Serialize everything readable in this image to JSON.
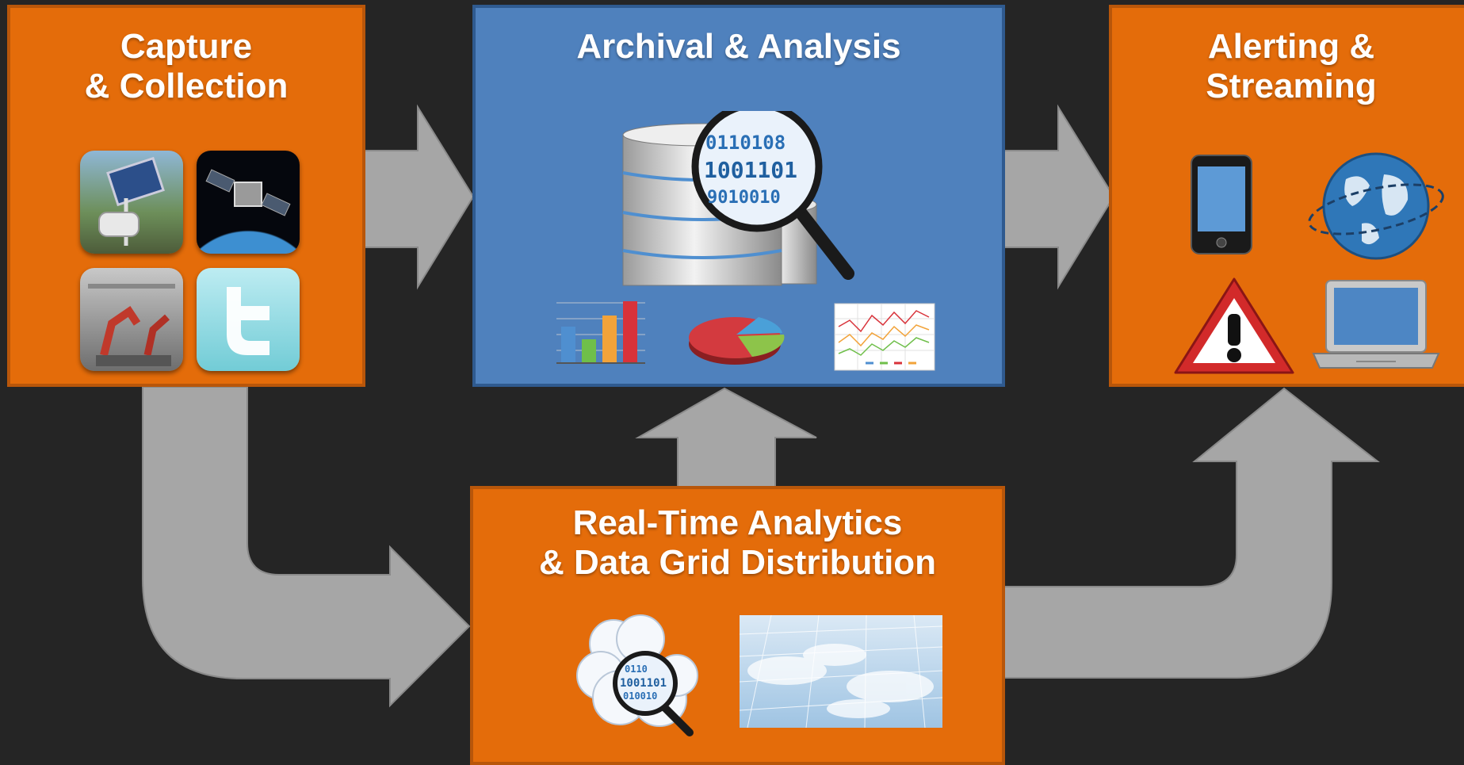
{
  "diagram": {
    "capture": {
      "title_line1": "Capture",
      "title_line2": "& Collection"
    },
    "archival": {
      "title": "Archival & Analysis",
      "binary_rows": [
        "0110108",
        "1001101",
        "9010010"
      ]
    },
    "alerting": {
      "title_line1": "Alerting &",
      "title_line2": "Streaming"
    },
    "realtime": {
      "title_line1": "Real-Time Analytics",
      "title_line2": "& Data Grid Distribution",
      "binary_rows": [
        "0110",
        "1001101",
        "010010"
      ]
    },
    "colors": {
      "background": "#252525",
      "orange_box": "#e46c0a",
      "blue_box": "#4f81bd",
      "arrow": "#a6a6a6"
    },
    "icons": {
      "capture": [
        "solar-sensor-icon",
        "satellite-icon",
        "robot-factory-icon",
        "twitter-icon"
      ],
      "archival": [
        "database-magnifier-icon",
        "bar-chart-icon",
        "pie-chart-icon",
        "line-chart-icon"
      ],
      "alerting": [
        "mobile-phone-icon",
        "globe-icon",
        "warning-icon",
        "laptop-icon"
      ],
      "realtime": [
        "cloud-search-icon",
        "data-grid-sky-icon"
      ]
    }
  }
}
